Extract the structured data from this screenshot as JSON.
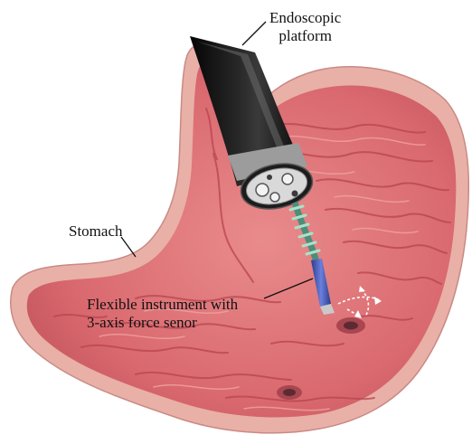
{
  "figure": {
    "labels": {
      "endoscopic_platform_line1": "Endoscopic",
      "endoscopic_platform_line2": "platform",
      "stomach": "Stomach",
      "instrument_line1": "Flexible instrument with",
      "instrument_line2": "3-axis force senor"
    },
    "colors": {
      "stomach_wall": "#e7a9a2",
      "stomach_lumen": "#dd6f74",
      "fold": "#b8444f",
      "endoscope_body": "#151515",
      "endoscope_band": "#9c9c9c",
      "spring": "#6fc0a3",
      "sensor_tip": "#4759b4",
      "lesion": "#5d2a33"
    }
  }
}
